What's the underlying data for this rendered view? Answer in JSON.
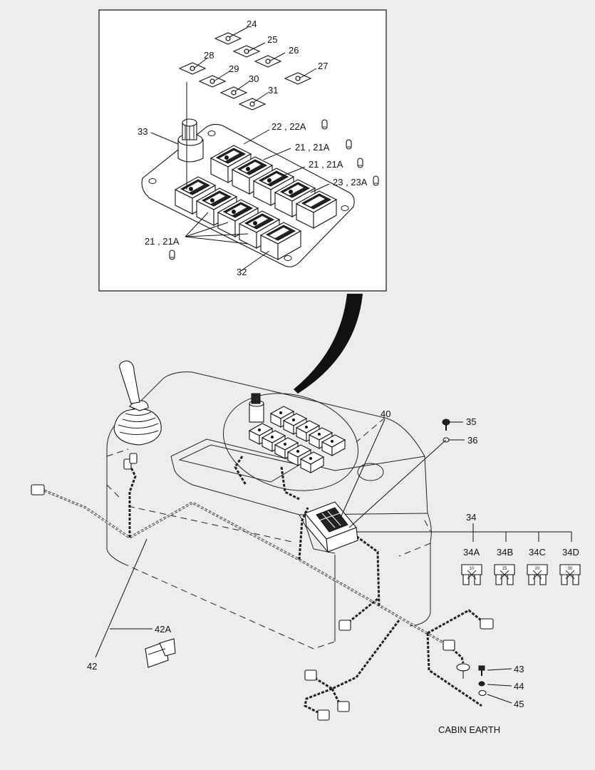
{
  "callouts": {
    "p24": "24",
    "p25": "25",
    "p26": "26",
    "p27": "27",
    "p28": "28",
    "p29": "29",
    "p30": "30",
    "p31": "31",
    "p33": "33",
    "p22": "22 , 22A",
    "p21a": "21 , 21A",
    "p21b": "21 , 21A",
    "p23": "23 , 23A",
    "p21c": "21 , 21A",
    "p32": "32",
    "p40": "40",
    "p35": "35",
    "p36": "36",
    "p34": "34",
    "p34A": "34A",
    "p34B": "34B",
    "p34C": "34C",
    "p34D": "34D",
    "p42A": "42A",
    "p42": "42",
    "p43": "43",
    "p44": "44",
    "p45": "45"
  },
  "fuse_ratings": {
    "f34A": "10",
    "f34B": "15",
    "f34C": "20",
    "f34D": "30"
  },
  "note": {
    "cabin_earth": "CABIN EARTH"
  }
}
